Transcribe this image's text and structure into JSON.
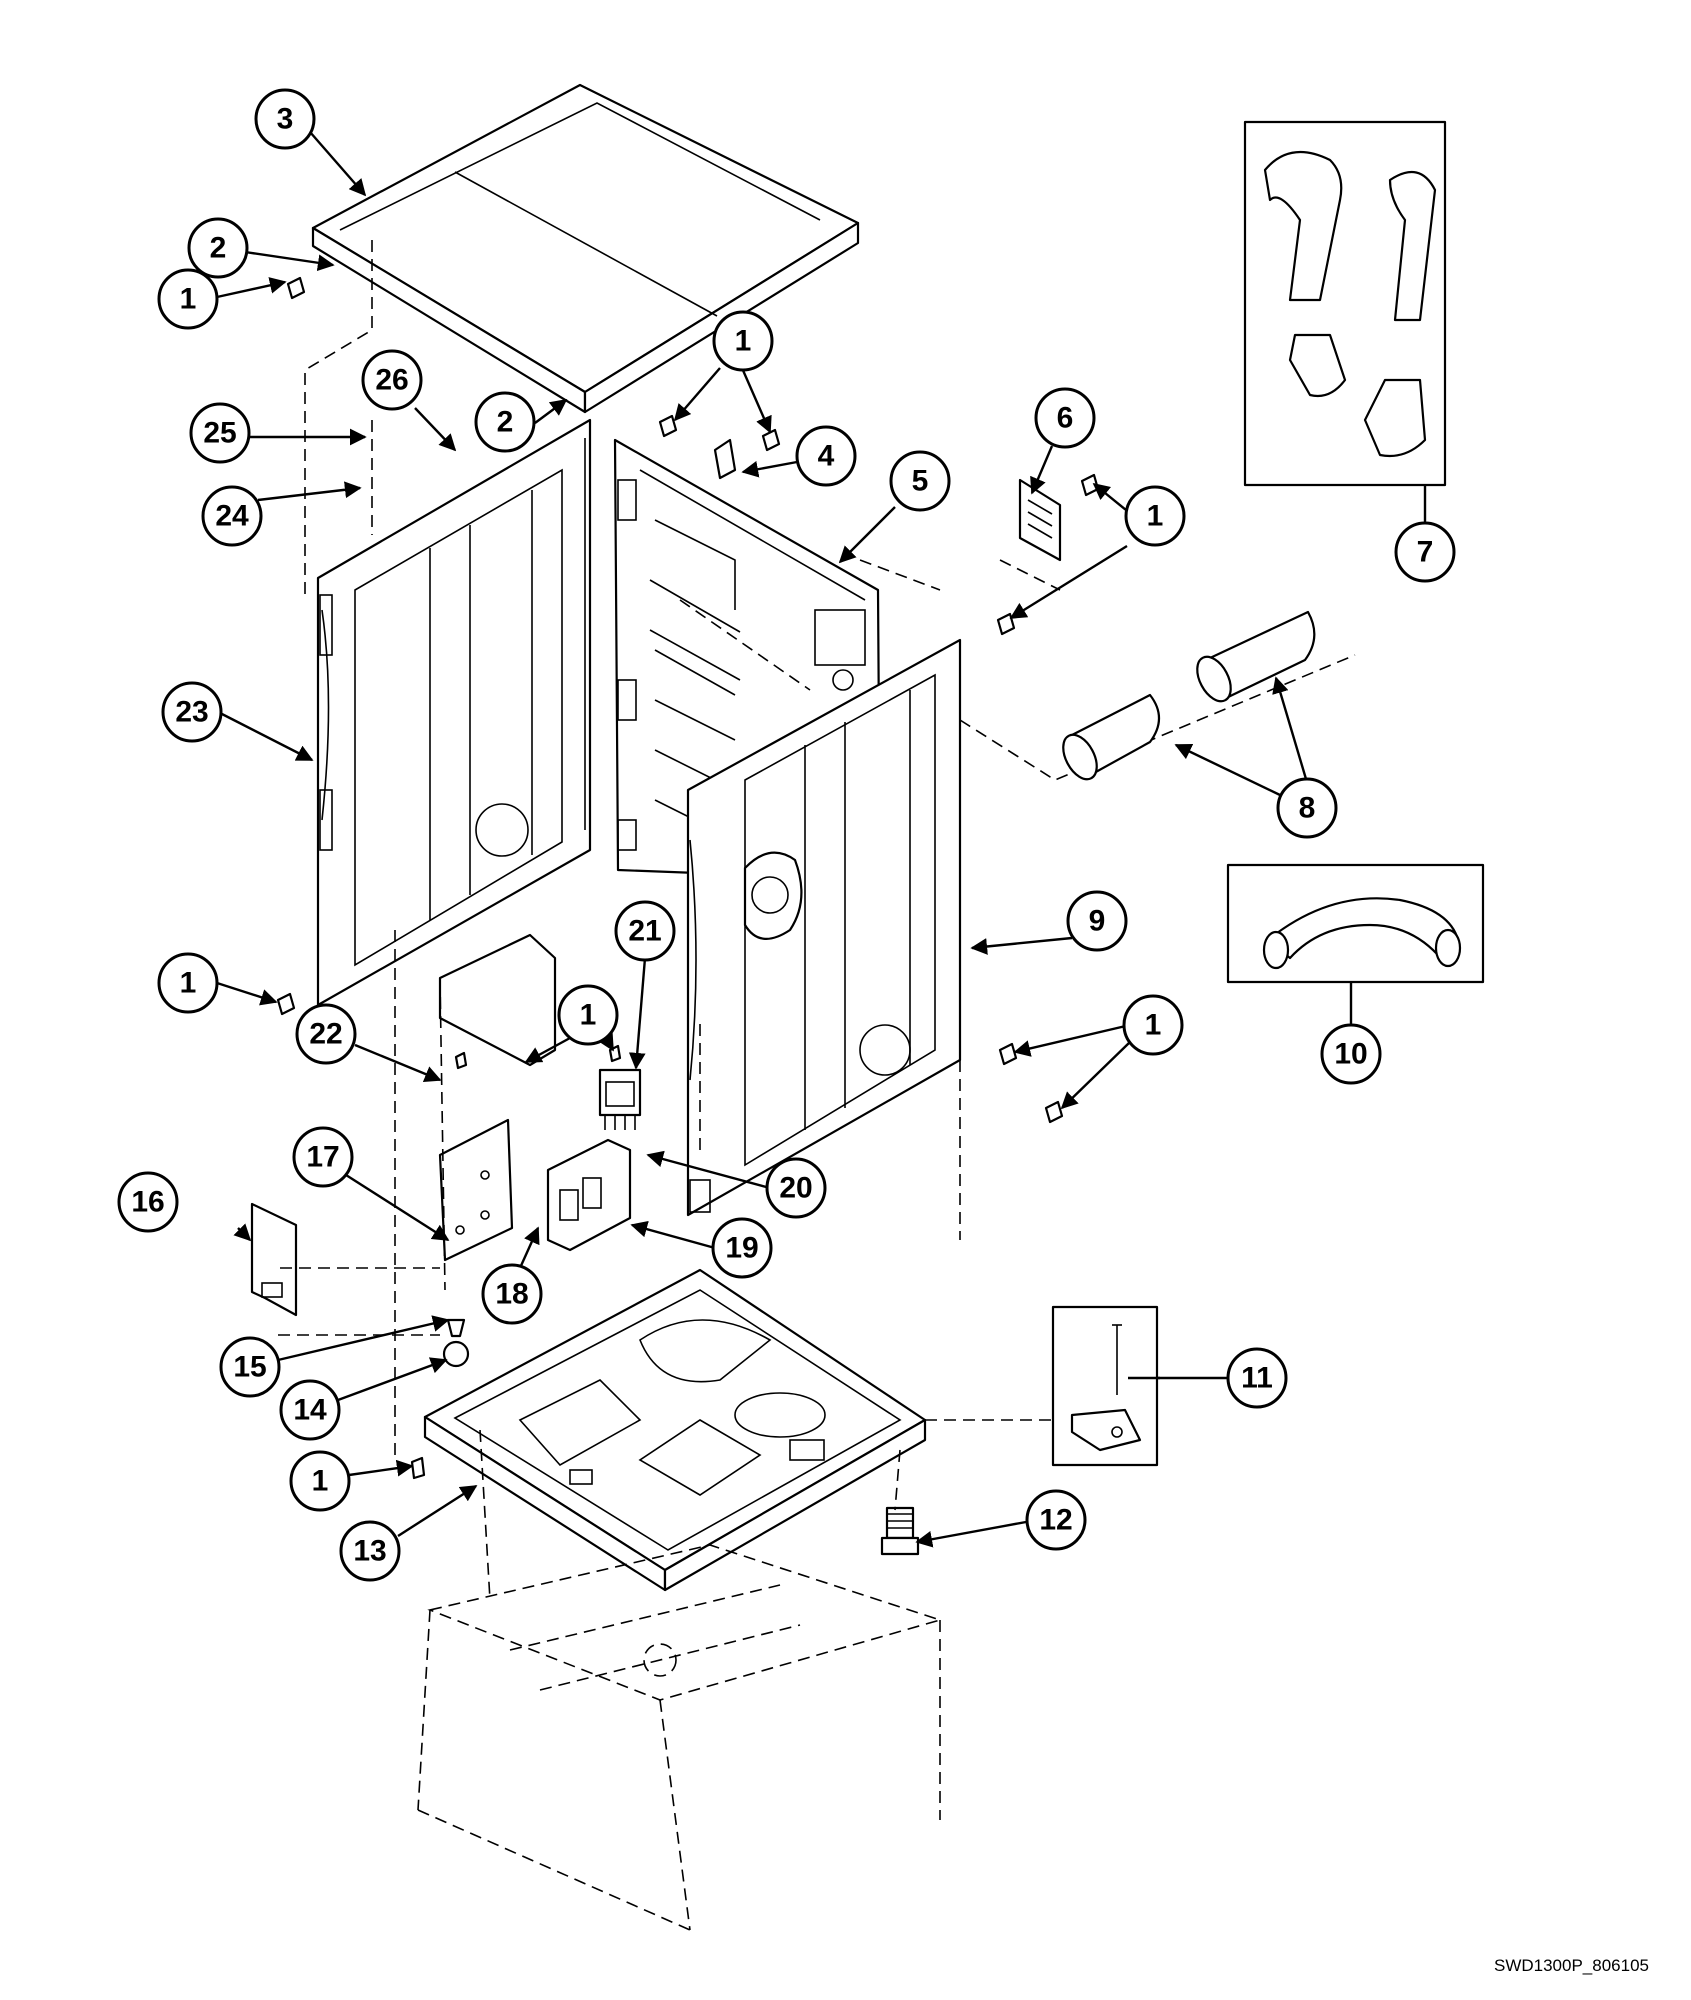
{
  "diagram": {
    "reference_code": "SWD1300P_806105",
    "callouts": [
      "1",
      "2",
      "3",
      "4",
      "5",
      "6",
      "7",
      "8",
      "9",
      "10",
      "11",
      "12",
      "13",
      "14",
      "15",
      "16",
      "17",
      "18",
      "19",
      "20",
      "21",
      "22",
      "23",
      "24",
      "25",
      "26"
    ]
  }
}
